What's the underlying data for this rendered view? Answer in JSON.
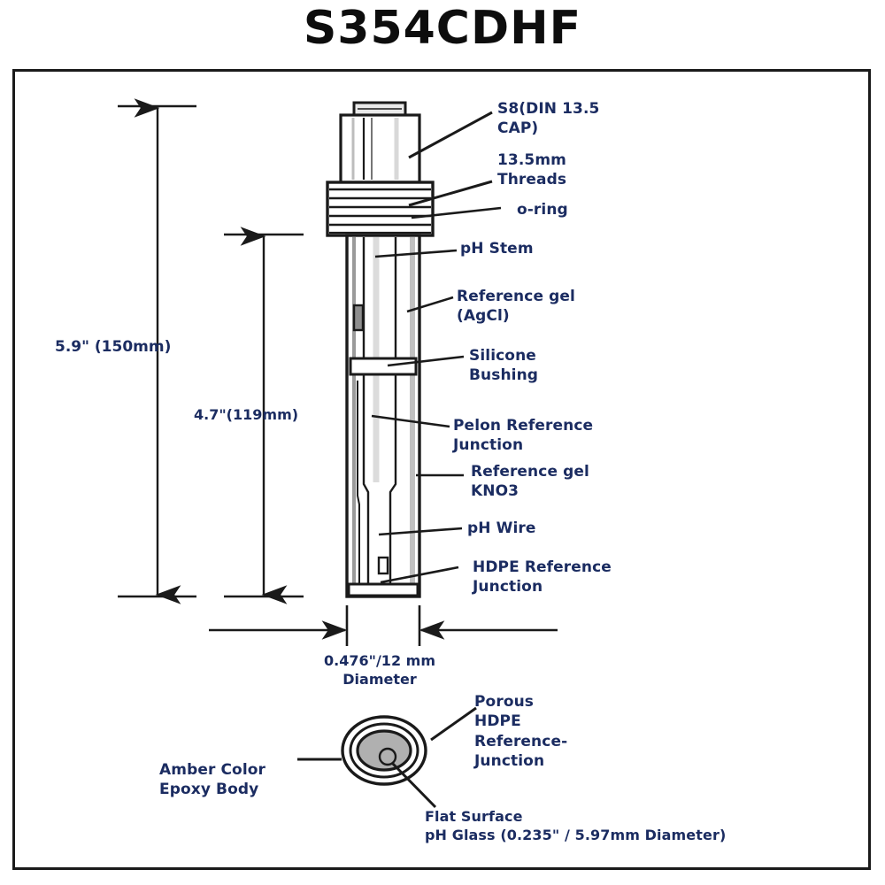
{
  "title": "S354CDHF",
  "callouts": {
    "cap": "S8(DIN 13.5\nCAP)",
    "threads": "13.5mm\nThreads",
    "oring": "o-ring",
    "ph_stem": "pH Stem",
    "ref_gel_agcl": "Reference gel\n(AgCl)",
    "silicone_bushing": "Silicone\nBushing",
    "pelon_junction": "Pelon Reference\nJunction",
    "ref_gel_kno3": "Reference gel\nKNO3",
    "ph_wire": "pH Wire",
    "hdpe_junction": "HDPE Reference\nJunction",
    "porous_hdpe": "Porous\nHDPE\nReference-\nJunction",
    "amber_body": "Amber Color\nEpoxy Body",
    "flat_surface": "Flat Surface\npH Glass (0.235\" / 5.97mm Diameter)"
  },
  "dimensions": {
    "overall_length": "5.9\" (150mm)",
    "immersion_length": "4.7\"(119mm)",
    "diameter": "0.476\"/12 mm\nDiameter"
  },
  "colors": {
    "text": "#1b2c61",
    "line": "#1a1a1a",
    "title": "#0d0d0d",
    "glass_fill": "#a8a8a8",
    "body_fill": "#ffffff"
  }
}
